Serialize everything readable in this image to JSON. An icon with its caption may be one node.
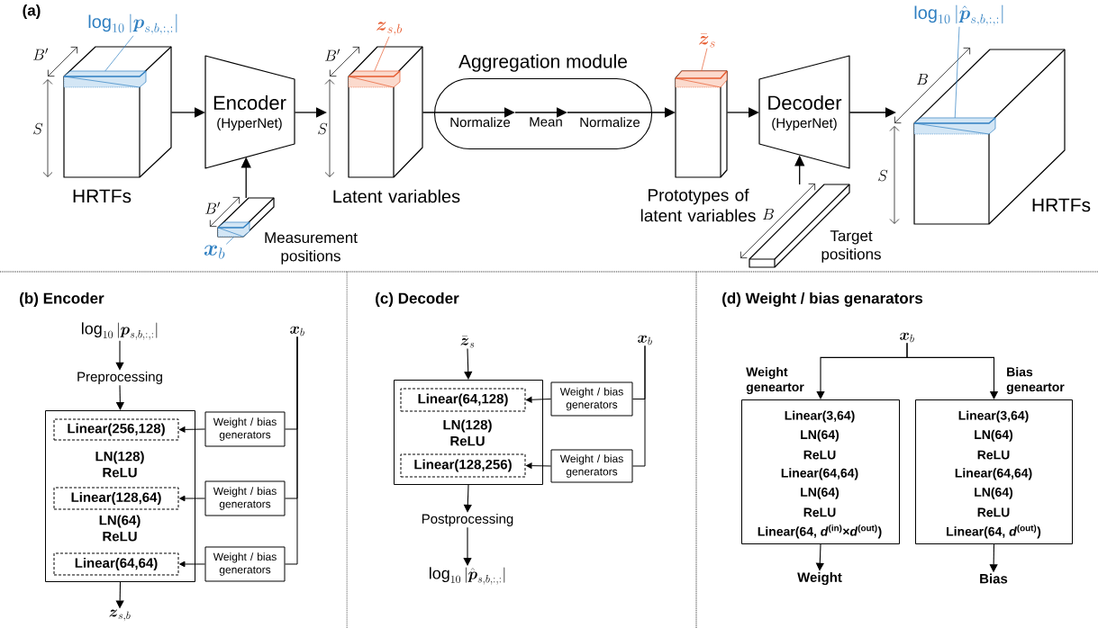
{
  "diagram": {
    "nodes": [
      {
        "text": [
          "\\log_{10}|\\boldsymbol{p}_{s,b,:,:}|"
        ]
      },
      {
        "text": [
          "HRTFs"
        ]
      },
      {
        "text": [],
        "shape": "bar",
        "in": 1
      },
      {
        "text": [
          "Encoder",
          "(HyperNet)"
        ]
      },
      {
        "text": [
          "Measurement positions"
        ]
      },
      {
        "text": [
          "\\boldsymbol{x}_b"
        ]
      },
      {
        "text": [],
        "shape": "bar",
        "in": 4
      },
      {
        "text": [
          "\\boldsymbol{z}_{s,b}"
        ]
      },
      {
        "text": [
          "Latent variables"
        ]
      },
      {
        "text": [],
        "shape": "bar",
        "in": 8
      },
      {
        "text": [
          "Aggregation module"
        ]
      },
      {
        "text": [
          "Normalize"
        ],
        "in": 10
      },
      {
        "text": [
          "Mean"
        ],
        "in": 10
      },
      {
        "text": [
          "Normalize"
        ],
        "in": 10
      },
      {
        "text": [
          "\\bar{\\boldsymbol{z}}_s"
        ]
      },
      {
        "text": [
          "Prototypes of latent variables"
        ]
      },
      {
        "text": [],
        "shape": "bar",
        "in": 15
      },
      {
        "text": [
          "Decoder",
          "(HyperNet)"
        ]
      },
      {
        "text": [
          "Target positions"
        ]
      },
      {
        "text": [
          "\\log_{10}|\\hat{\\boldsymbol{p}}_{s,b,:,:}|"
        ]
      },
      {
        "text": [
          "HRTFs"
        ]
      },
      {
        "text": [],
        "shape": "bar",
        "in": 20
      },
      {
        "text": [
          "\\log_{10}|\\boldsymbol{p}_{s,b,:,:}|"
        ]
      },
      {
        "text": [
          "Preprocessing"
        ]
      },
      {
        "text": [
          "LN(128) ReLU",
          "LN(64) ReLU"
        ]
      },
      {
        "text": [
          "Linear(256,128)"
        ],
        "in": 24
      },
      {
        "text": [
          "Linear(128,64)"
        ],
        "in": 24
      },
      {
        "text": [
          "Linear(64,64)"
        ],
        "in": 24
      },
      {
        "text": [
          "\\boldsymbol{x}_b"
        ]
      },
      {
        "text": [
          "Weight / bias generators"
        ]
      },
      {
        "text": [
          "Weight / bias generators"
        ]
      },
      {
        "text": [
          "Weight / bias generators"
        ]
      },
      {
        "text": [
          "\\boldsymbol{z}_{s,b}"
        ]
      },
      {
        "text": [
          "\\bar{\\boldsymbol{z}}_s"
        ]
      },
      {
        "text": [
          "\\boldsymbol{x}_b"
        ]
      },
      {
        "text": [
          "LN(128) ReLU"
        ]
      },
      {
        "text": [
          "Linear(64,128)"
        ],
        "in": 35
      },
      {
        "text": [
          "Linear(128,256)"
        ],
        "in": 35
      },
      {
        "text": [
          "Weight / bias generators"
        ]
      },
      {
        "text": [
          "Weight / bias generators"
        ]
      },
      {
        "text": [
          "Postprocessing"
        ]
      },
      {
        "text": [
          "\\log_{10}|\\hat{\\boldsymbol{p}}_{s,b,:,:}|"
        ]
      },
      {
        "text": [
          "\\boldsymbol{x}_b"
        ]
      },
      {
        "text": [
          "Weight geneartor",
          "Linear(3,64)",
          "LN(64)",
          "ReLU",
          "Linear(64,64)",
          "LN(64)",
          "ReLU",
          "Linear(64, *d*$^{(in)}$×*d*$^{(out)}$)"
        ]
      },
      {
        "text": [
          "Bias geneartor",
          "Linear(3,64)",
          "LN(64)",
          "ReLU",
          "Linear(64,64)",
          "LN(64)",
          "ReLU",
          "Linear(64, *d*$^{(out)}$)"
        ]
      },
      {
        "text": [
          "Weight"
        ]
      },
      {
        "text": [
          "Bias"
        ]
      }
    ],
    "edges": [
      {
        "from": 0,
        "to": 2,
        "arrow": "none",
        "color": "#2f7fc1"
      },
      {
        "from": 1,
        "to": 3,
        "arrow": "to"
      },
      {
        "from": 3,
        "to": 8,
        "arrow": "to"
      },
      {
        "from": 4,
        "to": 3,
        "arrow": "to"
      },
      {
        "from": 5,
        "to": 6,
        "arrow": "none",
        "color": "#2f7fc1"
      },
      {
        "from": 7,
        "to": 9,
        "arrow": "none",
        "color": "#e65a2e"
      },
      {
        "from": 8,
        "to": 11,
        "arrow": "to"
      },
      {
        "from": 11,
        "to": 12,
        "arrow": "to"
      },
      {
        "from": 12,
        "to": 15,
        "arrow": "to"
      },
      {
        "from": 14,
        "to": 16,
        "arrow": "none",
        "color": "#e65a2e"
      },
      {
        "from": 15,
        "to": 17,
        "arrow": "to"
      },
      {
        "from": 18,
        "to": 17,
        "arrow": "to"
      },
      {
        "from": 17,
        "to": 20,
        "arrow": "to"
      },
      {
        "from": 19,
        "to": 21,
        "arrow": "none",
        "color": "#2f7fc1"
      },
      {
        "from": 22,
        "to": 23,
        "arrow": "to"
      },
      {
        "from": 23,
        "to": 24,
        "arrow": "to"
      },
      {
        "from": 24,
        "to": 32,
        "arrow": "to"
      },
      {
        "from": 28,
        "to": 29,
        "arrow": "none"
      },
      {
        "from": 28,
        "to": 30,
        "arrow": "none"
      },
      {
        "from": 28,
        "to": 31,
        "arrow": "none"
      },
      {
        "from": 29,
        "to": 25,
        "arrow": "to"
      },
      {
        "from": 30,
        "to": 26,
        "arrow": "to"
      },
      {
        "from": 31,
        "to": 27,
        "arrow": "to"
      },
      {
        "from": 33,
        "to": 35,
        "arrow": "to"
      },
      {
        "from": 35,
        "to": 40,
        "arrow": "to"
      },
      {
        "from": 40,
        "to": 41,
        "arrow": "to"
      },
      {
        "from": 34,
        "to": 38,
        "arrow": "none"
      },
      {
        "from": 34,
        "to": 39,
        "arrow": "none"
      },
      {
        "from": 38,
        "to": 36,
        "arrow": "to"
      },
      {
        "from": 39,
        "to": 37,
        "arrow": "to"
      },
      {
        "from": 42,
        "to": 43,
        "arrow": "to"
      },
      {
        "from": 42,
        "to": 44,
        "arrow": "to"
      },
      {
        "from": 43,
        "to": 45,
        "arrow": "to"
      },
      {
        "from": 44,
        "to": 46,
        "arrow": "to"
      }
    ],
    "labels": [
      "(a)",
      "B'",
      "S",
      "B'",
      "B'",
      "S",
      "B",
      "S",
      "B",
      "(b) Encoder",
      "(c) Decoder",
      "(d) Weight / bias genarators"
    ]
  }
}
